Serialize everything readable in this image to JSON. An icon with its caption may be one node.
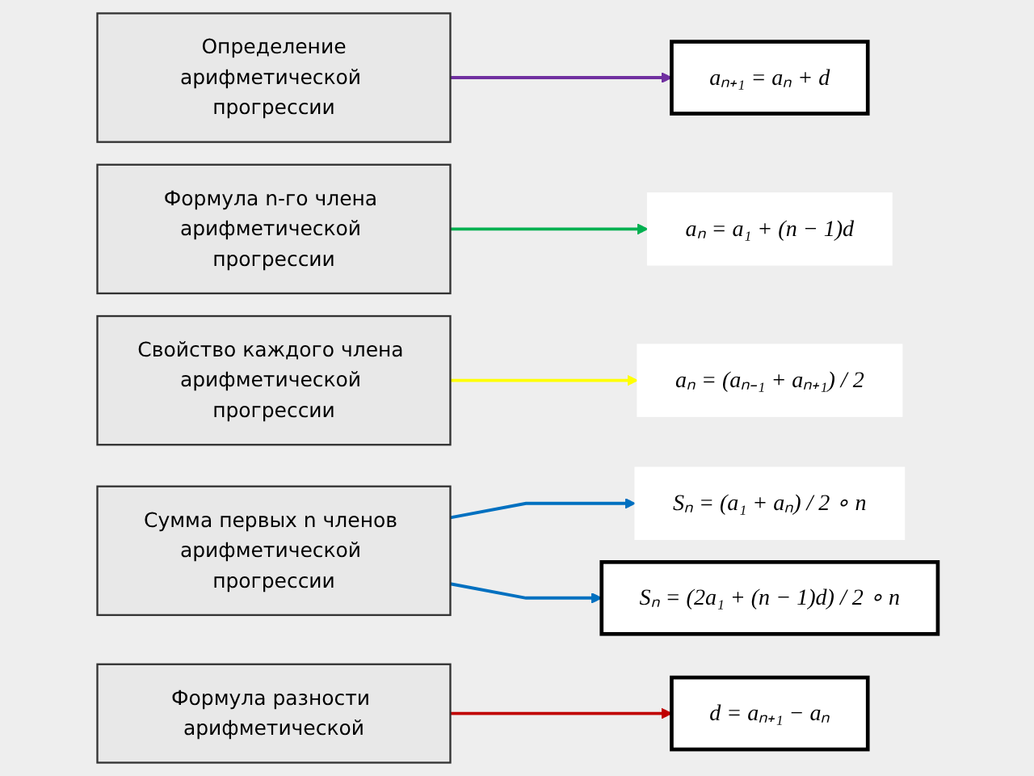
{
  "diagram": {
    "nodes": [
      {
        "text": [
          "Определение",
          "арифметической прогрессии"
        ]
      },
      {
        "text": [
          "Формула n-го члена арифметической прогрессии"
        ]
      },
      {
        "text": [
          "Свойство каждого члена арифметической прогрессии"
        ]
      },
      {
        "text": [
          "Сумма первых n членов арифметической прогрессии"
        ]
      },
      {
        "text": [
          "Формула разности арифметической"
        ]
      },
      {
        "text": [
          "aₙ = (aₙ₋₁ + aₙ₊₁) / 2"
        ]
      },
      {
        "text": [
          "Sₙ = (a₁ + aₙ) / 2 ∘ n"
        ]
      },
      {
        "text": [
          "aₙ = a₁ + (n − 1)d"
        ]
      },
      {
        "text": [
          "d = aₙ₊₁ − aₙ"
        ]
      },
      {
        "text": [
          "aₙ₊₁ = aₙ + d"
        ]
      },
      {
        "text": [
          "Sₙ = (2a₁ + (n − 1)d) / 2 ∘ n"
        ]
      }
    ],
    "edges": [
      {
        "from": 0,
        "to": 9,
        "arrow": "to",
        "color": "#7030a0"
      },
      {
        "from": 2,
        "to": 5,
        "arrow": "to",
        "color": "#ffff00"
      },
      {
        "from": 1,
        "to": 7,
        "arrow": "to",
        "color": "#00b050"
      },
      {
        "from": 3,
        "to": 6,
        "arrow": "to",
        "color": "#0070c0"
      },
      {
        "from": 3,
        "to": 10,
        "arrow": "to",
        "color": "#0070c0"
      },
      {
        "from": 4,
        "to": 8,
        "arrow": "to",
        "color": "#c00000"
      }
    ]
  }
}
